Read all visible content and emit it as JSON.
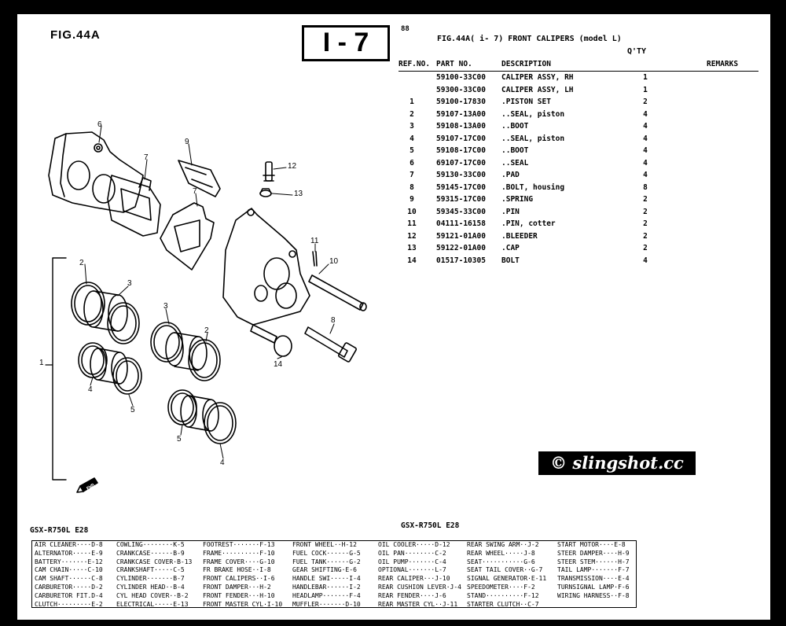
{
  "header": {
    "figure_label": "FIG.44A",
    "page_code": "I - 7",
    "page_number": "88",
    "title": "FIG.44A(  i- 7) FRONT CALIPERS (model L)",
    "qty_header": "Q'TY"
  },
  "table": {
    "columns": [
      "REF.NO.",
      "PART NO.",
      "DESCRIPTION",
      "REMARKS"
    ],
    "rows": [
      {
        "ref": "",
        "part": "59100-33C00",
        "desc": "CALIPER ASSY, RH",
        "qty": "1"
      },
      {
        "ref": "",
        "part": "59300-33C00",
        "desc": "CALIPER ASSY, LH",
        "qty": "1"
      },
      {
        "ref": "1",
        "part": "59100-17830",
        "desc": ".PISTON SET",
        "qty": "2"
      },
      {
        "ref": "2",
        "part": "59107-13A00",
        "desc": "..SEAL, piston",
        "qty": "4"
      },
      {
        "ref": "3",
        "part": "59108-13A00",
        "desc": "..BOOT",
        "qty": "4"
      },
      {
        "ref": "4",
        "part": "59107-17C00",
        "desc": "..SEAL, piston",
        "qty": "4"
      },
      {
        "ref": "5",
        "part": "59108-17C00",
        "desc": "..BOOT",
        "qty": "4"
      },
      {
        "ref": "6",
        "part": "69107-17C00",
        "desc": "..SEAL",
        "qty": "4"
      },
      {
        "ref": "7",
        "part": "59130-33C00",
        "desc": ".PAD",
        "qty": "4"
      },
      {
        "ref": "8",
        "part": "59145-17C00",
        "desc": ".BOLT, housing",
        "qty": "8"
      },
      {
        "ref": "9",
        "part": "59315-17C00",
        "desc": ".SPRING",
        "qty": "2"
      },
      {
        "ref": "10",
        "part": "59345-33C00",
        "desc": ".PIN",
        "qty": "2"
      },
      {
        "ref": "11",
        "part": "04111-16158",
        "desc": ".PIN, cotter",
        "qty": "2"
      },
      {
        "ref": "12",
        "part": "59121-01A00",
        "desc": ".BLEEDER",
        "qty": "2"
      },
      {
        "ref": "13",
        "part": "59122-01A00",
        "desc": ".CAP",
        "qty": "2"
      },
      {
        "ref": "14",
        "part": "01517-10305",
        "desc": "BOLT",
        "qty": "4"
      }
    ]
  },
  "diagram": {
    "callouts": [
      "6",
      "7",
      "9",
      "7",
      "12",
      "13",
      "11",
      "10",
      "2",
      "3",
      "3",
      "2",
      "1",
      "4",
      "5",
      "5",
      "4",
      "8",
      "14"
    ],
    "front_mark": "FWD"
  },
  "footer": {
    "model_left": "GSX-R750L E28",
    "model_right": "GSX-R750L E28",
    "watermark": "© slingshot.cc"
  },
  "index": [
    [
      "AIR CLEANER····D-8",
      "ALTERNATOR·····E-9",
      "BATTERY·······E-12",
      "CAM CHAIN·····C-10",
      "CAM SHAFT······C-8",
      "CARBURETOR·····D-2",
      "CARBURETOR FIT.D-4",
      "CLUTCH·········E-2"
    ],
    [
      "COWLING········K-5",
      "CRANKCASE······B-9",
      "CRANKCASE COVER·B-13",
      "CRANKSHAFT·····C-5",
      "CYLINDER·······B-7",
      "CYLINDER HEAD··B-4",
      "CYL HEAD COVER··B-2",
      "ELECTRICAL·····E-13"
    ],
    [
      "FOOTREST·······F-13",
      "FRAME··········F-10",
      "FRAME COVER····G-10",
      "FR BRAKE HOSE··I-8",
      "FRONT CALIPERS··I-6",
      "FRONT DAMPER···H-2",
      "FRONT FENDER···H-10",
      "FRONT MASTER CYL·I-10"
    ],
    [
      "FRONT WHEEL··H-12",
      "FUEL COCK······G-5",
      "FUEL TANK······G-2",
      "GEAR SHIFTING·E-6",
      "HANDLE SWI·····I-4",
      "HANDLEBAR······I-2",
      "HEADLAMP·······F-4",
      "MUFFLER·······D-10"
    ],
    [
      "OIL COOLER·····D-12",
      "OIL PAN········C-2",
      "OIL PUMP·······C-4",
      "OPTIONAL·······L-7",
      "REAR CALIPER···J-10",
      "REAR CUSHION LEVER·J-4",
      "REAR FENDER····J-6",
      "REAR MASTER CYL··J-11"
    ],
    [
      "REAR SWING ARM··J-2",
      "REAR WHEEL·····J-8",
      "SEAT···········G-6",
      "SEAT TAIL COVER··G-7",
      "SIGNAL GENERATOR·E-11",
      "SPEEDOMETER····F-2",
      "STAND··········F-12",
      "STARTER CLUTCH··C-7"
    ],
    [
      "START MOTOR····E-8",
      "STEER DAMPER····H-9",
      "STEER STEM······H-7",
      "TAIL LAMP·······F-7",
      "TRANSMISSION····E-4",
      "TURNSIGNAL LAMP·F-6",
      "WIRING HARNESS··F-8"
    ]
  ]
}
